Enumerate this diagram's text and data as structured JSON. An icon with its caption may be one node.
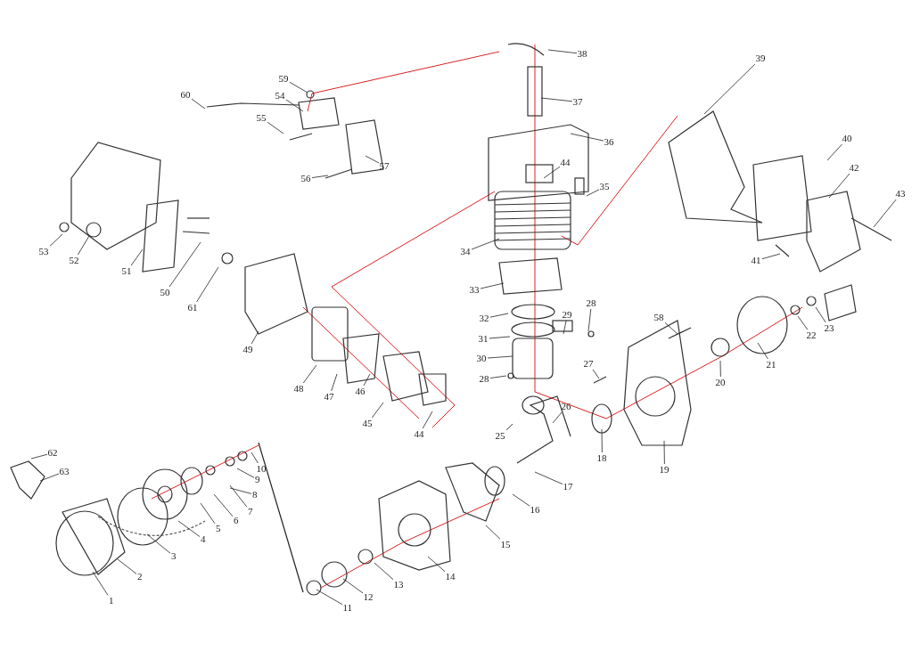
{
  "diagram": {
    "nodes": [
      {
        "text": [
          "1"
        ]
      },
      {
        "text": [
          "2"
        ]
      },
      {
        "text": [
          "3"
        ]
      },
      {
        "text": [
          "4"
        ]
      },
      {
        "text": [
          "5"
        ]
      },
      {
        "text": [
          "6"
        ]
      },
      {
        "text": [
          "7"
        ]
      },
      {
        "text": [
          "8"
        ]
      },
      {
        "text": [
          "9"
        ]
      },
      {
        "text": [
          "10"
        ]
      },
      {
        "text": [
          "11"
        ]
      },
      {
        "text": [
          "12"
        ]
      },
      {
        "text": [
          "13"
        ]
      },
      {
        "text": [
          "14"
        ]
      },
      {
        "text": [
          "15"
        ]
      },
      {
        "text": [
          "16"
        ]
      },
      {
        "text": [
          "17"
        ]
      },
      {
        "text": [
          "18"
        ]
      },
      {
        "text": [
          "19"
        ]
      },
      {
        "text": [
          "20"
        ]
      },
      {
        "text": [
          "21"
        ]
      },
      {
        "text": [
          "22"
        ]
      },
      {
        "text": [
          "23"
        ]
      },
      {
        "text": [
          "25"
        ]
      },
      {
        "text": [
          "26"
        ]
      },
      {
        "text": [
          "27"
        ]
      },
      {
        "text": [
          "28"
        ]
      },
      {
        "text": [
          "28"
        ]
      },
      {
        "text": [
          "29"
        ]
      },
      {
        "text": [
          "30"
        ]
      },
      {
        "text": [
          "31"
        ]
      },
      {
        "text": [
          "32"
        ]
      },
      {
        "text": [
          "33"
        ]
      },
      {
        "text": [
          "34"
        ]
      },
      {
        "text": [
          "35"
        ]
      },
      {
        "text": [
          "36"
        ]
      },
      {
        "text": [
          "37"
        ]
      },
      {
        "text": [
          "38"
        ]
      },
      {
        "text": [
          "39"
        ]
      },
      {
        "text": [
          "40"
        ]
      },
      {
        "text": [
          "41"
        ]
      },
      {
        "text": [
          "42"
        ]
      },
      {
        "text": [
          "43"
        ]
      },
      {
        "text": [
          "44"
        ]
      },
      {
        "text": [
          "44"
        ]
      },
      {
        "text": [
          "45"
        ]
      },
      {
        "text": [
          "46"
        ]
      },
      {
        "text": [
          "47"
        ]
      },
      {
        "text": [
          "48"
        ]
      },
      {
        "text": [
          "49"
        ]
      },
      {
        "text": [
          "50"
        ]
      },
      {
        "text": [
          "51"
        ]
      },
      {
        "text": [
          "52"
        ]
      },
      {
        "text": [
          "53"
        ]
      },
      {
        "text": [
          "54"
        ]
      },
      {
        "text": [
          "55"
        ]
      },
      {
        "text": [
          "56"
        ]
      },
      {
        "text": [
          "57"
        ]
      },
      {
        "text": [
          "58"
        ]
      },
      {
        "text": [
          "59"
        ]
      },
      {
        "text": [
          "60"
        ]
      },
      {
        "text": [
          "61"
        ]
      },
      {
        "text": [
          "62"
        ]
      },
      {
        "text": [
          "63"
        ]
      }
    ],
    "edges": [
      {
        "from": 0,
        "to": null,
        "arrow": "none"
      },
      {
        "from": 1,
        "to": null,
        "arrow": "none"
      },
      {
        "from": 2,
        "to": null,
        "arrow": "none"
      },
      {
        "from": 3,
        "to": null,
        "arrow": "none"
      },
      {
        "from": 4,
        "to": null,
        "arrow": "none"
      },
      {
        "from": 5,
        "to": null,
        "arrow": "none"
      },
      {
        "from": 6,
        "to": null,
        "arrow": "none"
      },
      {
        "from": 7,
        "to": null,
        "arrow": "none"
      },
      {
        "from": 8,
        "to": null,
        "arrow": "none"
      },
      {
        "from": 9,
        "to": null,
        "arrow": "none"
      },
      {
        "from": 10,
        "to": null,
        "arrow": "none"
      },
      {
        "from": 11,
        "to": null,
        "arrow": "none"
      },
      {
        "from": 12,
        "to": null,
        "arrow": "none"
      },
      {
        "from": 13,
        "to": null,
        "arrow": "none"
      },
      {
        "from": 14,
        "to": null,
        "arrow": "none"
      },
      {
        "from": 15,
        "to": null,
        "arrow": "none"
      },
      {
        "from": 16,
        "to": null,
        "arrow": "none"
      },
      {
        "from": 17,
        "to": null,
        "arrow": "none"
      },
      {
        "from": 18,
        "to": null,
        "arrow": "none"
      },
      {
        "from": 19,
        "to": null,
        "arrow": "none"
      },
      {
        "from": 20,
        "to": null,
        "arrow": "none"
      },
      {
        "from": 21,
        "to": null,
        "arrow": "none"
      },
      {
        "from": 22,
        "to": null,
        "arrow": "none"
      },
      {
        "from": 23,
        "to": null,
        "arrow": "none"
      },
      {
        "from": 24,
        "to": null,
        "arrow": "none"
      },
      {
        "from": 25,
        "to": null,
        "arrow": "none"
      },
      {
        "from": 26,
        "to": null,
        "arrow": "none"
      },
      {
        "from": 27,
        "to": null,
        "arrow": "none"
      },
      {
        "from": 28,
        "to": null,
        "arrow": "none"
      },
      {
        "from": 29,
        "to": null,
        "arrow": "none"
      },
      {
        "from": 30,
        "to": null,
        "arrow": "none"
      },
      {
        "from": 31,
        "to": null,
        "arrow": "none"
      },
      {
        "from": 32,
        "to": null,
        "arrow": "none"
      },
      {
        "from": 33,
        "to": null,
        "arrow": "none"
      },
      {
        "from": 34,
        "to": null,
        "arrow": "none"
      },
      {
        "from": 35,
        "to": null,
        "arrow": "none"
      },
      {
        "from": 36,
        "to": null,
        "arrow": "none"
      },
      {
        "from": 37,
        "to": null,
        "arrow": "none"
      },
      {
        "from": 38,
        "to": null,
        "arrow": "none"
      },
      {
        "from": 39,
        "to": null,
        "arrow": "none"
      },
      {
        "from": 40,
        "to": null,
        "arrow": "none"
      },
      {
        "from": 41,
        "to": null,
        "arrow": "none"
      },
      {
        "from": 42,
        "to": null,
        "arrow": "none"
      },
      {
        "from": 43,
        "to": null,
        "arrow": "none"
      },
      {
        "from": 44,
        "to": null,
        "arrow": "none"
      },
      {
        "from": 45,
        "to": null,
        "arrow": "none"
      },
      {
        "from": 46,
        "to": null,
        "arrow": "none"
      },
      {
        "from": 47,
        "to": null,
        "arrow": "none"
      },
      {
        "from": 48,
        "to": null,
        "arrow": "none"
      },
      {
        "from": 49,
        "to": null,
        "arrow": "none"
      },
      {
        "from": 50,
        "to": null,
        "arrow": "none"
      },
      {
        "from": 51,
        "to": null,
        "arrow": "none"
      },
      {
        "from": 52,
        "to": null,
        "arrow": "none"
      },
      {
        "from": 53,
        "to": null,
        "arrow": "none"
      },
      {
        "from": 54,
        "to": null,
        "arrow": "none"
      },
      {
        "from": 55,
        "to": null,
        "arrow": "none"
      },
      {
        "from": 56,
        "to": null,
        "arrow": "none"
      },
      {
        "from": 57,
        "to": null,
        "arrow": "none"
      },
      {
        "from": 58,
        "to": null,
        "arrow": "none"
      },
      {
        "from": 59,
        "to": null,
        "arrow": "none"
      },
      {
        "from": 60,
        "to": null,
        "arrow": "none"
      },
      {
        "from": 61,
        "to": null,
        "arrow": "none"
      },
      {
        "from": 62,
        "to": null,
        "arrow": "none"
      },
      {
        "from": 63,
        "to": null,
        "arrow": "none"
      }
    ]
  }
}
